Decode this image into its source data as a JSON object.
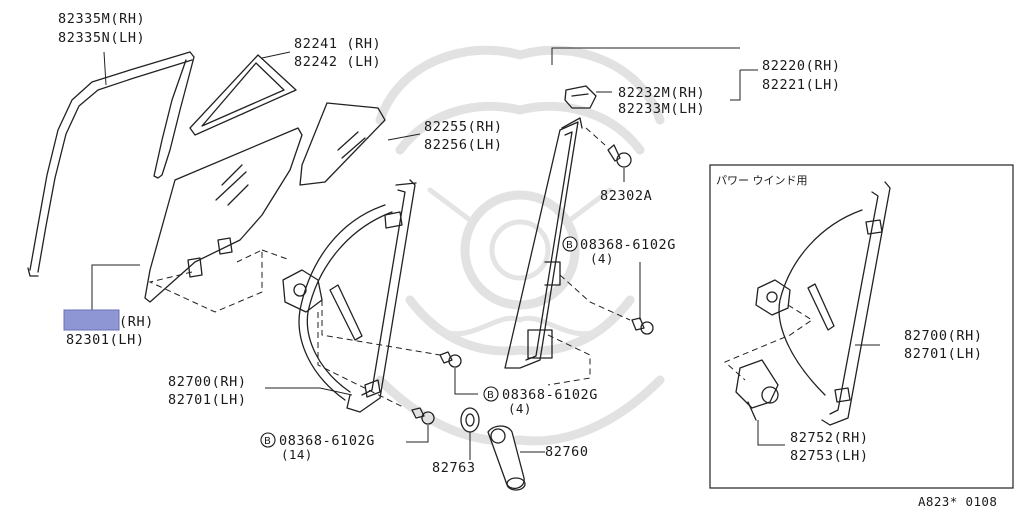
{
  "labels": {
    "p82335": [
      "82335M(RH)",
      "82335N(LH)"
    ],
    "p82241": [
      "82241 (RH)",
      "82242 (LH)"
    ],
    "p82255": [
      "82255(RH)",
      "82256(LH)"
    ],
    "p82220": [
      "82220(RH)",
      "82221(LH)"
    ],
    "p82232": [
      "82232M(RH)",
      "82233M(LH)"
    ],
    "p82302a": "82302A",
    "bolt_right": [
      "08368-6102G",
      "(4)"
    ],
    "bolt_mid": [
      "08368-6102G",
      "(4)"
    ],
    "bolt_low": [
      "08368-6102G",
      "(14)"
    ],
    "bolt_symbol": "B",
    "p82301": [
      "(RH)",
      "82301(LH)"
    ],
    "p82700_main": [
      "82700(RH)",
      "82701(LH)"
    ],
    "p82763": "82763",
    "p82760": "82760",
    "inset_title": "パワー  ウインド用",
    "p82700_inset": [
      "82700(RH)",
      "82701(LH)"
    ],
    "p82752": [
      "82752(RH)",
      "82753(LH)"
    ],
    "figure_code": "A823* 0108"
  },
  "colors": {
    "line": "#222222",
    "watermark": "#e2e2e2",
    "highlight": "#8e96d4"
  }
}
